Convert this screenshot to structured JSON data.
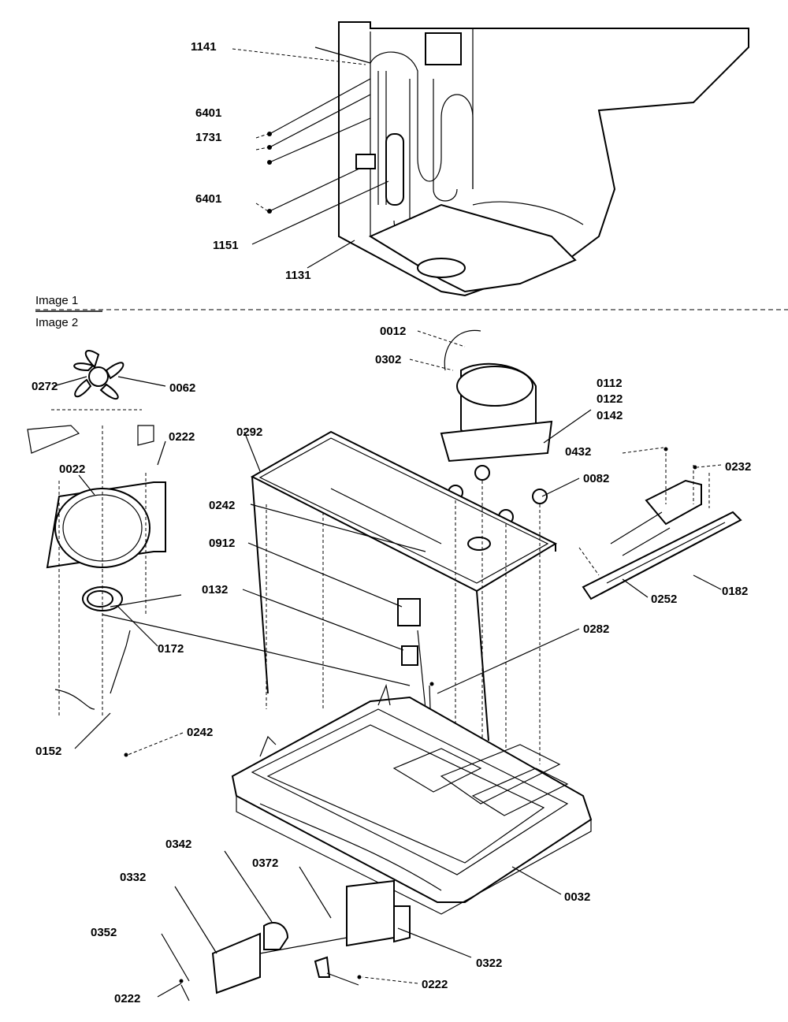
{
  "figure_labels": {
    "image1": "Image 1",
    "image2": "Image 2"
  },
  "parts": {
    "p1141": "1141",
    "p6401a": "6401",
    "p1731": "1731",
    "p6401b": "6401",
    "p1151": "1151",
    "p1131": "1131",
    "p0272": "0272",
    "p0062": "0062",
    "p0222a": "0222",
    "p0022": "0022",
    "p0172": "0172",
    "p0152": "0152",
    "p0242a": "0242",
    "p0012": "0012",
    "p0302": "0302",
    "p0112": "0112",
    "p0122": "0122",
    "p0142": "0142",
    "p0432": "0432",
    "p0232": "0232",
    "p0082": "0082",
    "p0182": "0182",
    "p0252": "0252",
    "p0292": "0292",
    "p0242b": "0242",
    "p0912": "0912",
    "p0132": "0132",
    "p0282": "0282",
    "p0032": "0032",
    "p0342": "0342",
    "p0372": "0372",
    "p0332": "0332",
    "p0352": "0352",
    "p0322": "0322",
    "p0222b": "0222",
    "p0222c": "0222"
  }
}
